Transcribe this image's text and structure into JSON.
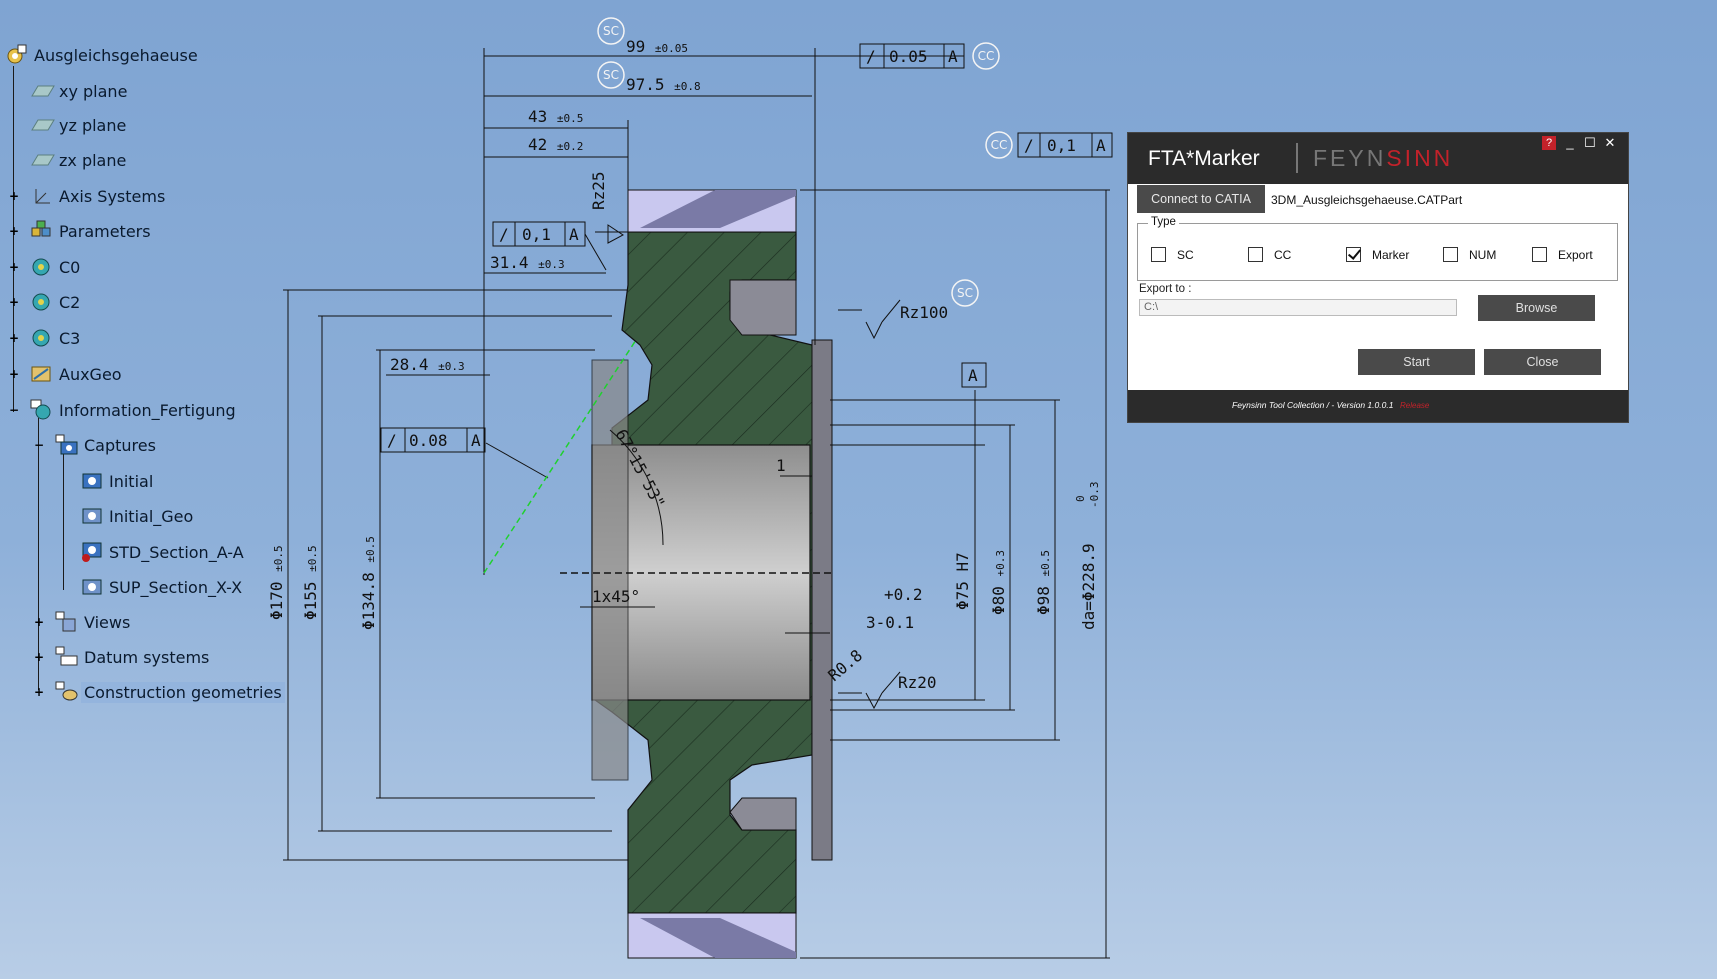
{
  "tree": {
    "root": "Ausgleichsgehaeuse",
    "nodes": [
      {
        "label": "xy plane"
      },
      {
        "label": "yz plane"
      },
      {
        "label": "zx plane"
      },
      {
        "label": "Axis Systems"
      },
      {
        "label": "Parameters"
      },
      {
        "label": "C0"
      },
      {
        "label": "C2"
      },
      {
        "label": "C3"
      },
      {
        "label": "AuxGeo"
      },
      {
        "label": "Information_Fertigung"
      },
      {
        "label": "Captures"
      },
      {
        "label": "Initial"
      },
      {
        "label": "Initial_Geo"
      },
      {
        "label": "STD_Section_A-A"
      },
      {
        "label": "SUP_Section_X-X"
      },
      {
        "label": "Views"
      },
      {
        "label": "Datum systems"
      },
      {
        "label": "Construction geometries"
      }
    ]
  },
  "drawing": {
    "dims": {
      "d99": "99",
      "d99_tol": "±0.05",
      "d97": "97.5",
      "d97_tol": "±0.8",
      "d43": "43",
      "d43_tol": "±0.5",
      "d42": "42",
      "d42_tol": "±0.2",
      "d31": "31.4",
      "d31_tol": "±0.3",
      "d28": "28.4",
      "d28_tol": "±0.3",
      "d170": "Φ170",
      "d170_tol": "±0.5",
      "d155": "Φ155",
      "d155_tol": "±0.5",
      "d134": "Φ134.8",
      "d134_tol": "±0.5",
      "d75": "Φ75 H7",
      "d80": "Φ80",
      "d80_tol": "+0.3",
      "d98": "Φ98",
      "d98_tol": "±0.5",
      "da": "da=Φ228.9",
      "da_tol_up": "0",
      "da_tol_lo": "-0.3",
      "chamfer": "1x45°",
      "angle": "67°15'53\"",
      "r08": "R0.8",
      "tol_plus": "+0.2",
      "dim_3": "3-0.1",
      "num_1": "1"
    },
    "rough": {
      "rz25": "Rz25",
      "rz100": "Rz100",
      "rz20": "Rz20"
    },
    "fcf": {
      "f1": {
        "sym": "/",
        "val": "0.05",
        "ref": "A"
      },
      "f2": {
        "sym": "/",
        "val": "0,1",
        "ref": "A"
      },
      "f3": {
        "sym": "/",
        "val": "0,1",
        "ref": "A"
      },
      "f4": {
        "sym": "/",
        "val": "0.08",
        "ref": "A"
      }
    },
    "badges": {
      "sc": "SC",
      "cc": "CC"
    },
    "datum": "A"
  },
  "dialog": {
    "title": "FTA*Marker",
    "brand_a": "FEYN",
    "brand_b": "SINN",
    "help": "?",
    "minimize": "_",
    "maximize": "☐",
    "close_x": "✕",
    "connect_label": "Connect to CATIA",
    "file": "3DM_Ausgleichsgehaeuse.CATPart",
    "type_legend": "Type",
    "types": [
      {
        "label": "SC",
        "checked": false
      },
      {
        "label": "CC",
        "checked": false
      },
      {
        "label": "Marker",
        "checked": true
      },
      {
        "label": "NUM",
        "checked": false
      },
      {
        "label": "Export",
        "checked": false
      }
    ],
    "export_label": "Export to :",
    "export_value": "C:\\",
    "browse": "Browse",
    "start": "Start",
    "close": "Close",
    "footer": "Feynsinn Tool Collection  / - Version 1.0.0.1",
    "footer_tag": "Release"
  }
}
